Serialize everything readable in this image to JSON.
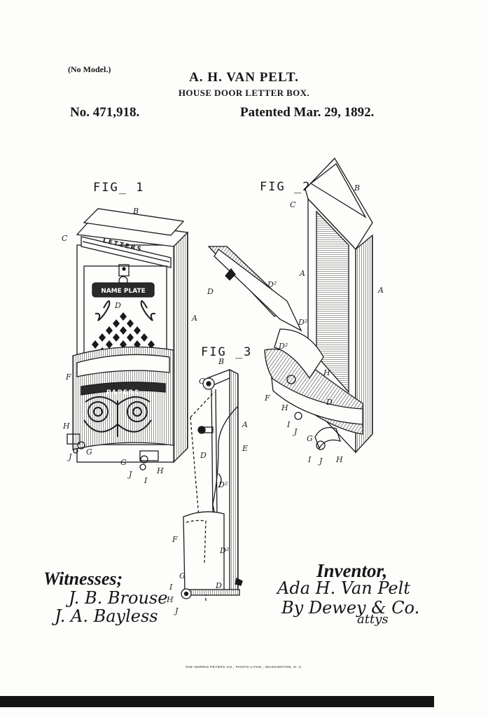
{
  "header": {
    "no_model": "(No Model.)",
    "inventor_name": "A. H. VAN PELT.",
    "title": "HOUSE DOOR LETTER BOX.",
    "patent_number": "No. 471,918.",
    "patent_date": "Patented Mar. 29, 1892."
  },
  "figures": {
    "fig1": "FIG_ 1",
    "fig2": "FIG _2",
    "fig3": "FIG _3"
  },
  "box_text": {
    "top_label": "LETTERS",
    "name_plate": "NAME PLATE",
    "bottom_label": "PAPERS"
  },
  "references": {
    "A": "A",
    "B": "B",
    "C": "C",
    "D": "D",
    "D2": "D²",
    "E": "E",
    "F": "F",
    "G": "G",
    "H": "H",
    "I": "I",
    "J": "J"
  },
  "signatures": {
    "witnesses_label": "Witnesses;",
    "witness_1": "J. B. Brouse",
    "witness_2": "J. A. Bayless",
    "inventor_label": "Inventor,",
    "inventor_signature": "Ada H. Van Pelt",
    "attorney_by": "By Dewey & Co.",
    "attorney_abbr": "attys"
  },
  "footer": {
    "printer": "THE NORRIS PETERS CO., PHOTO-LITHO., WASHINGTON, D. C."
  }
}
